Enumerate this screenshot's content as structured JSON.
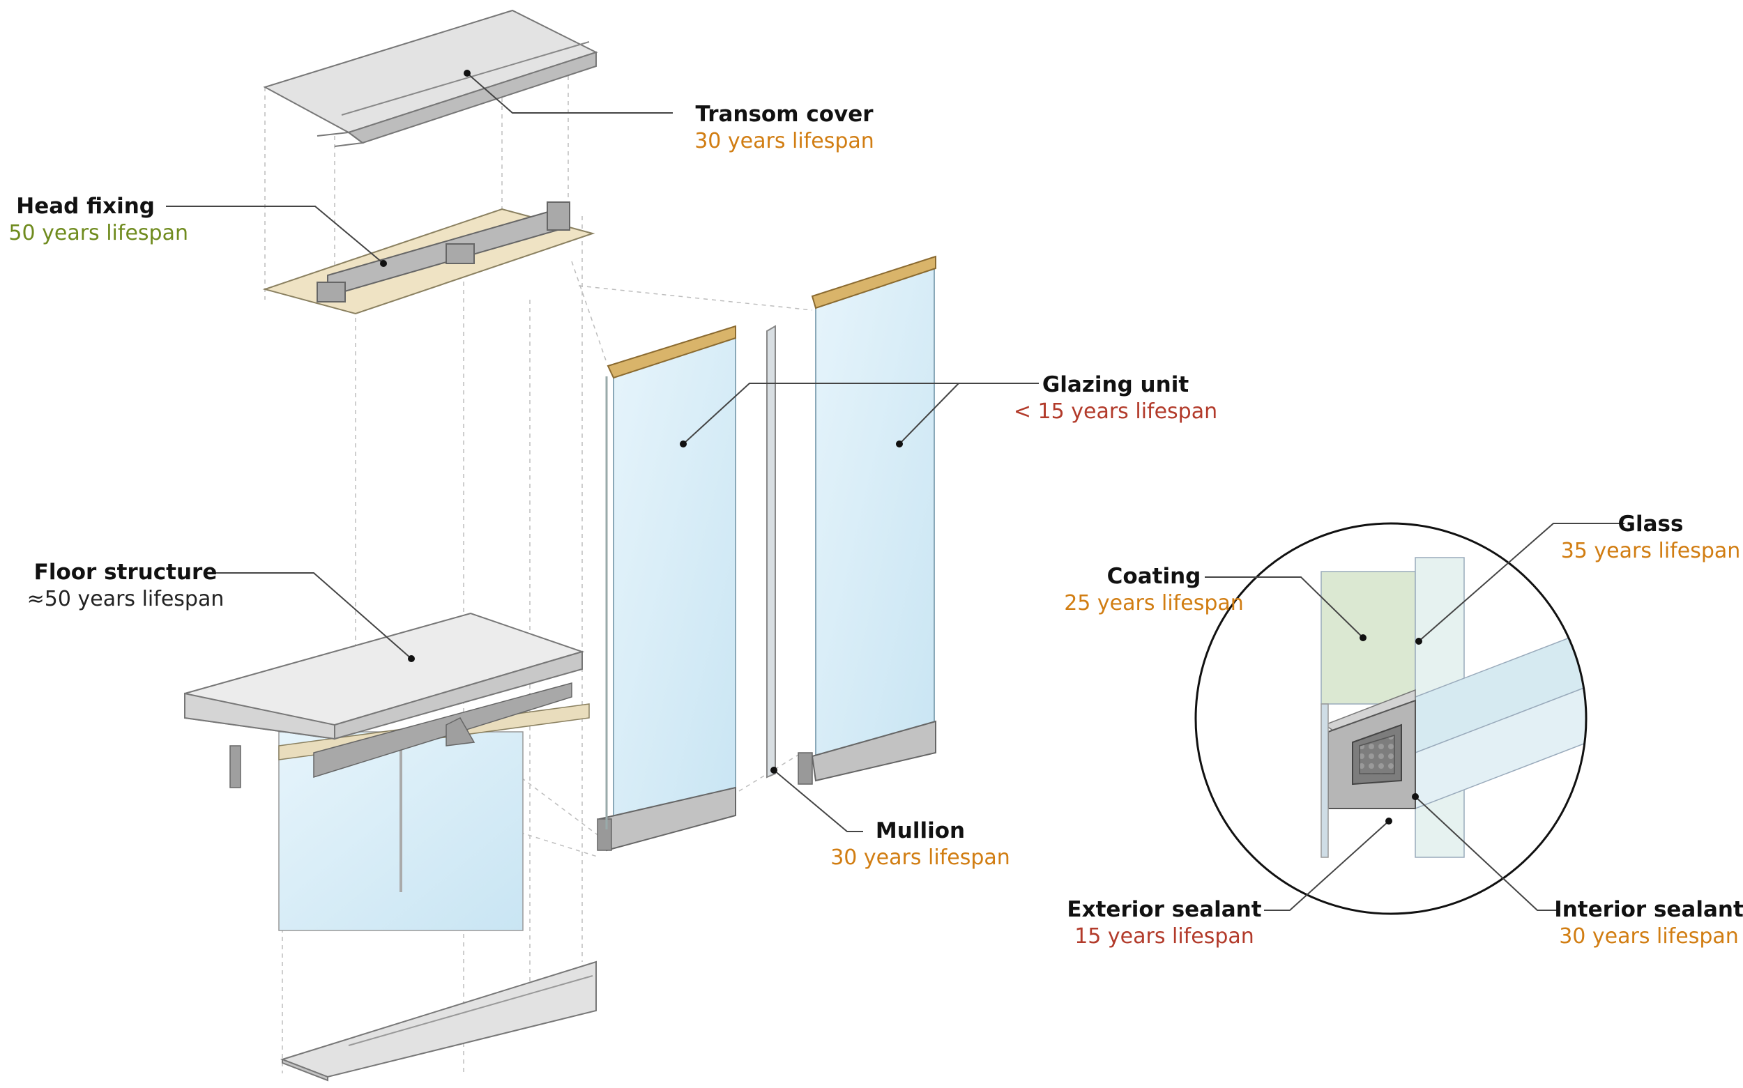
{
  "components": {
    "transom_cover": {
      "name": "Transom cover",
      "lifespan": "30 years lifespan",
      "color": "#d17d12"
    },
    "head_fixing": {
      "name": "Head fixing",
      "lifespan": "50 years lifespan",
      "color": "#6f8b1e"
    },
    "glazing_unit": {
      "name": "Glazing unit",
      "lifespan": "< 15 years lifespan",
      "color": "#b23a2a"
    },
    "floor_structure": {
      "name": "Floor structure",
      "lifespan": "≈50 years lifespan",
      "color": "#222222"
    },
    "mullion": {
      "name": "Mullion",
      "lifespan": "30 years lifespan",
      "color": "#d17d12"
    }
  },
  "detail": {
    "glass": {
      "name": "Glass",
      "lifespan": "35 years lifespan",
      "color": "#d17d12"
    },
    "coating": {
      "name": "Coating",
      "lifespan": "25 years lifespan",
      "color": "#d17d12"
    },
    "exterior_sealant": {
      "name": "Exterior sealant",
      "lifespan": "15 years lifespan",
      "color": "#b23a2a"
    },
    "interior_sealant": {
      "name": "Interior sealant",
      "lifespan": "30 years lifespan",
      "color": "#d17d12"
    }
  }
}
